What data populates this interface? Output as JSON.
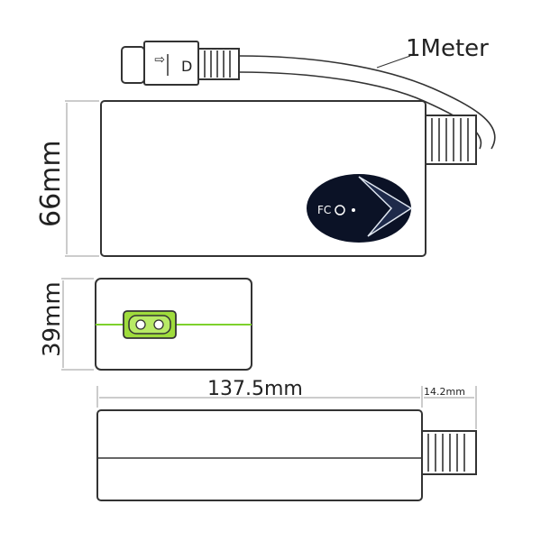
{
  "labels": {
    "cable": "1Meter",
    "height": "66mm",
    "depth": "39mm",
    "length": "137.5mm",
    "strain_relief": "14.2mm"
  },
  "badge": {
    "logo": "FC"
  },
  "colors": {
    "outline": "#333333",
    "dim_line": "#888888",
    "connector_green": "#7dd12c",
    "badge": "#0b1226"
  }
}
